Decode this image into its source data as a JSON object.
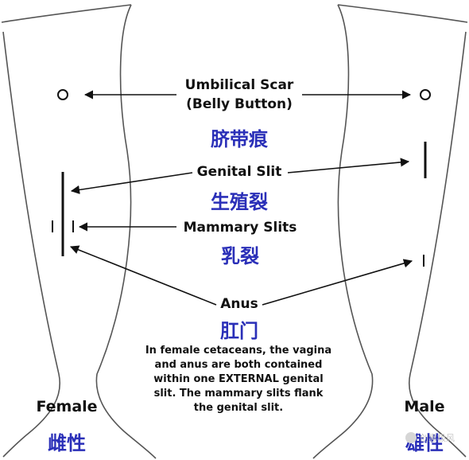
{
  "labels": {
    "umbilical_en_1": "Umbilical Scar",
    "umbilical_en_2": "(Belly Button)",
    "umbilical_zh": "脐带痕",
    "genital_en": "Genital Slit",
    "genital_zh": "生殖裂",
    "mammary_en": "Mammary Slits",
    "mammary_zh": "乳裂",
    "anus_en": "Anus",
    "anus_zh": "肛门",
    "female_en": "Female",
    "female_zh": "雌性",
    "male_en": "Male",
    "male_zh": "雄性"
  },
  "note": {
    "lines": [
      "In female cetaceans, the vagina",
      "and anus are both contained",
      "within one EXTERNAL genital",
      "slit.  The mammary slits flank",
      "the genital slit."
    ]
  },
  "watermark": {
    "text": "创惠极风"
  },
  "colors": {
    "chinese_label": "#2a2fb8",
    "line": "#111111"
  }
}
